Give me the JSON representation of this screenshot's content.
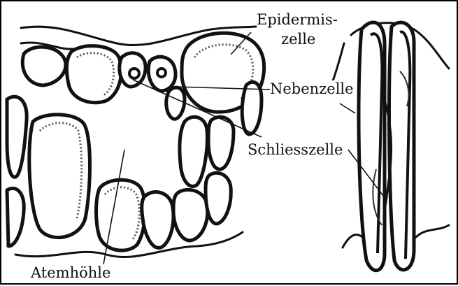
{
  "labels": {
    "epidermiszelle_line1": "Epidermis-",
    "epidermiszelle_line2": "zelle",
    "nebenzelle": "Nebenzelle",
    "schliesszelle": "Schliesszelle",
    "atemhoehle": "Atemhöhle"
  },
  "colors": {
    "ink": "#111111",
    "background": "#ffffff"
  }
}
